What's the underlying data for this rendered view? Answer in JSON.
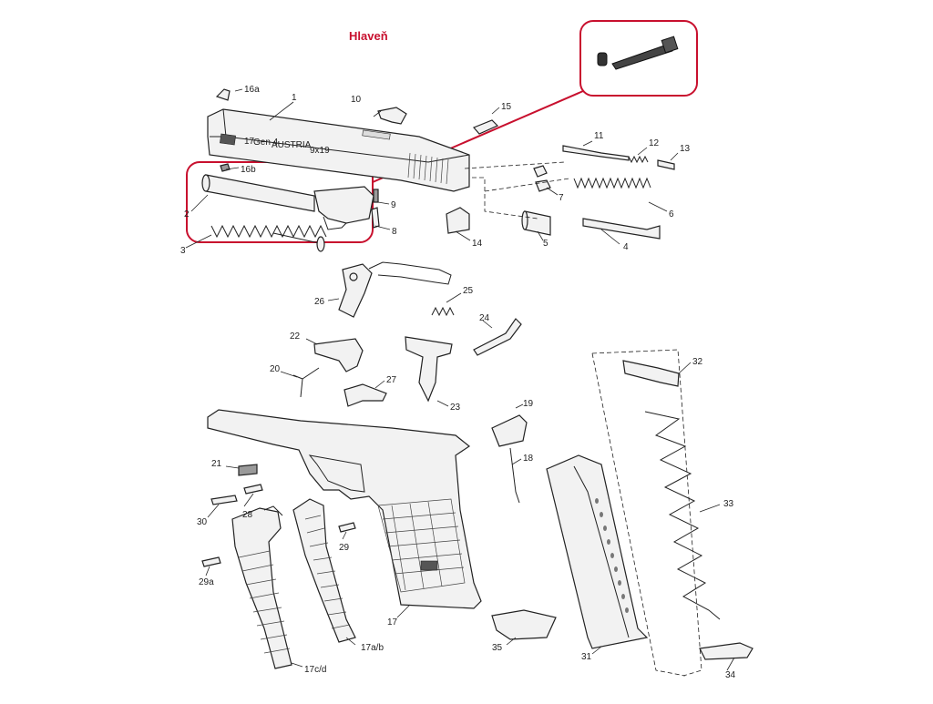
{
  "title": "Hlaveň",
  "labels": {
    "p1": "1",
    "p2": "2",
    "p3": "3",
    "p4": "4",
    "p5": "5",
    "p6": "6",
    "p7": "7",
    "p8": "8",
    "p9": "9",
    "p10": "10",
    "p11": "11",
    "p12": "12",
    "p13": "13",
    "p14": "14",
    "p15": "15",
    "p16a": "16a",
    "p16b": "16b",
    "p17": "17",
    "p17ab": "17a/b",
    "p17cd": "17c/d",
    "p18": "18",
    "p19": "19",
    "p20": "20",
    "p21": "21",
    "p22": "22",
    "p23": "23",
    "p24": "24",
    "p25": "25",
    "p26": "26",
    "p27": "27",
    "p28": "28",
    "p29": "29",
    "p29a": "29a",
    "p30": "30",
    "p31": "31",
    "p32": "32",
    "p33": "33",
    "p34": "34",
    "p35": "35"
  },
  "slide_markings": {
    "model": "17",
    "gen": "Gen 4",
    "country": "AUSTRIA",
    "caliber": "9x19"
  }
}
